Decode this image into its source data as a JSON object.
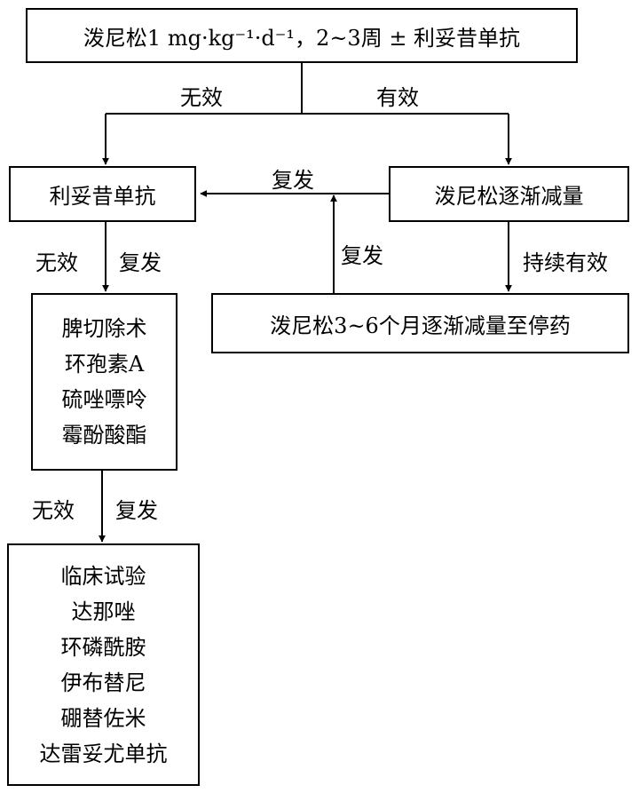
{
  "nodes": {
    "start": "泼尼松1 mg·kg⁻¹·d⁻¹，2~3周 ± 利妥昔单抗",
    "rituximab": "利妥昔单抗",
    "taper": "泼尼松逐渐减量",
    "taper_long": "泼尼松3~6个月逐渐减量至停药",
    "second_line": [
      "脾切除术",
      "环孢素A",
      "硫唑嘌呤",
      "霉酚酸酯"
    ],
    "third_line": [
      "临床试验",
      "达那唑",
      "环磷酰胺",
      "伊布替尼",
      "硼替佐米",
      "达雷妥尤单抗"
    ]
  },
  "edges": {
    "ineffective": "无效",
    "effective": "有效",
    "relapse_taper_to_rituximab": "复发",
    "relapse_long_to_taper": "复发",
    "sustained": "持续有效",
    "ineffective_2": "无效",
    "relapse_2": "复发",
    "ineffective_3": "无效",
    "relapse_3": "复发"
  }
}
